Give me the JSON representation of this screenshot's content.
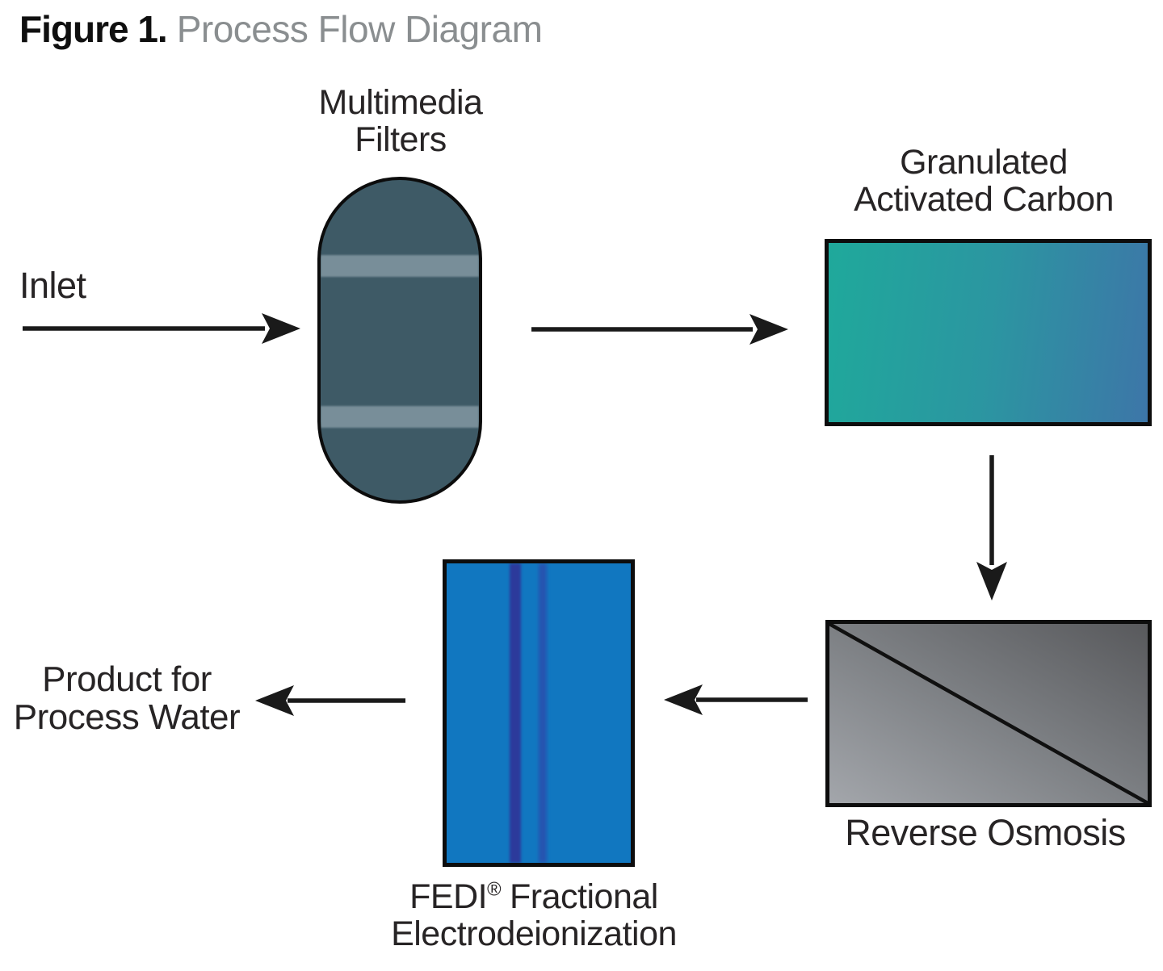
{
  "figure": {
    "label": "Figure 1.",
    "title": "Process Flow Diagram"
  },
  "diagram": {
    "inlet_label": "Inlet",
    "multimedia_filters": {
      "line1": "Multimedia",
      "line2": "Filters"
    },
    "gac": {
      "line1": "Granulated",
      "line2": "Activated Carbon"
    },
    "reverse_osmosis": {
      "label": "Reverse Osmosis"
    },
    "fedi": {
      "name": "FEDI",
      "registered": "®",
      "line1_rest": "Fractional",
      "line2": "Electrodeionization"
    },
    "product": {
      "line1": "Product for",
      "line2": "Process Water"
    },
    "edges": [
      {
        "from": "Inlet",
        "to": "Multimedia Filters",
        "direction": "right"
      },
      {
        "from": "Multimedia Filters",
        "to": "Granulated Activated Carbon",
        "direction": "right"
      },
      {
        "from": "Granulated Activated Carbon",
        "to": "Reverse Osmosis",
        "direction": "down"
      },
      {
        "from": "Reverse Osmosis",
        "to": "FEDI Fractional Electrodeionization",
        "direction": "left"
      },
      {
        "from": "FEDI Fractional Electrodeionization",
        "to": "Product for Process Water",
        "direction": "left"
      }
    ],
    "colors": {
      "title_gray": "#8a8e90",
      "text": "#272425",
      "arrow": "#1a1a1a",
      "vessel_body": "#3e5a66",
      "vessel_glow": "#088cb2",
      "vessel_band": "#8ea4ae",
      "gac_gradient_start": "#1fa99b",
      "gac_gradient_end": "#3d76a8",
      "ro_gradient_light": "#a3a6ab",
      "ro_gradient_dark": "#58595c",
      "fedi_fill": "#1177c0",
      "fedi_stripe_dark": "#2c3a9b",
      "fedi_stripe_light": "#2a4fae"
    }
  }
}
